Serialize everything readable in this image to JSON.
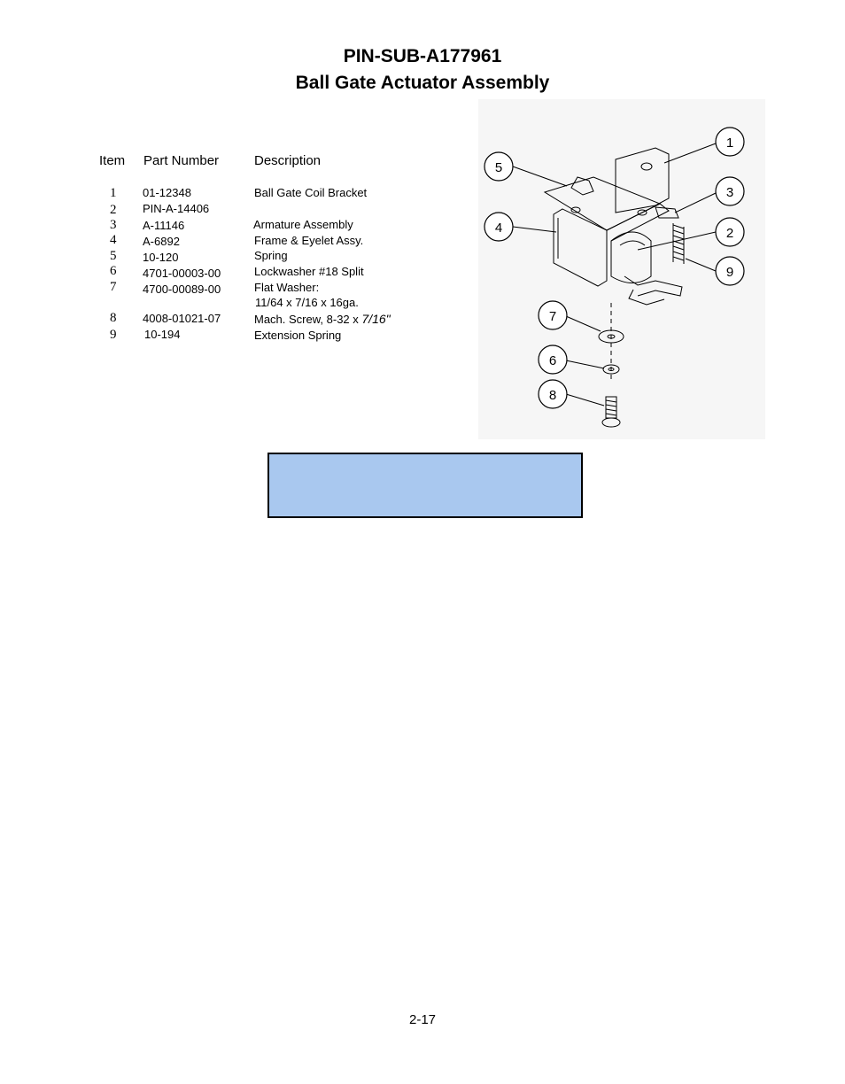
{
  "header": {
    "title_line1": "PIN-SUB-A177961",
    "title_line2": "Ball Gate Actuator Assembly"
  },
  "parts_table": {
    "columns": [
      "Item",
      "Part Number",
      "Description"
    ],
    "rows": [
      {
        "item": "1",
        "part_number": "01-12348",
        "description": "Ball  Gate  Coil  Bracket",
        "description2": ""
      },
      {
        "item": "2",
        "part_number": "PIN-A-14406",
        "description": "",
        "description2": ""
      },
      {
        "item": "3",
        "part_number": "A-11146",
        "description": "Armature   Assembly",
        "description2": ""
      },
      {
        "item": "4",
        "part_number": "A-6892",
        "description": "Frame  &  Eyelet  Assy.",
        "description2": ""
      },
      {
        "item": "5",
        "part_number": "10-120",
        "description": "Spring",
        "description2": ""
      },
      {
        "item": "6",
        "part_number": "4701-00003-00",
        "description": "Lockwasher   #18  Split",
        "description2": ""
      },
      {
        "item": "7",
        "part_number": "4700-00089-00",
        "description": "Flat  Washer:",
        "description2": "11/64  x  7/16  x  16ga."
      },
      {
        "item": "8",
        "part_number": "4008-01021-07",
        "description": "Mach.  Screw,  8-32  x ",
        "description_italic": "7/16\"",
        "description2": ""
      },
      {
        "item": "9",
        "part_number": "10-194",
        "description": "Extension   Spring",
        "description2": ""
      }
    ]
  },
  "figure": {
    "callouts": [
      "1",
      "2",
      "3",
      "4",
      "5",
      "6",
      "7",
      "8",
      "9"
    ]
  },
  "colors": {
    "info_box": "#a9c8ef"
  },
  "footer": {
    "page_number": "2-17"
  }
}
